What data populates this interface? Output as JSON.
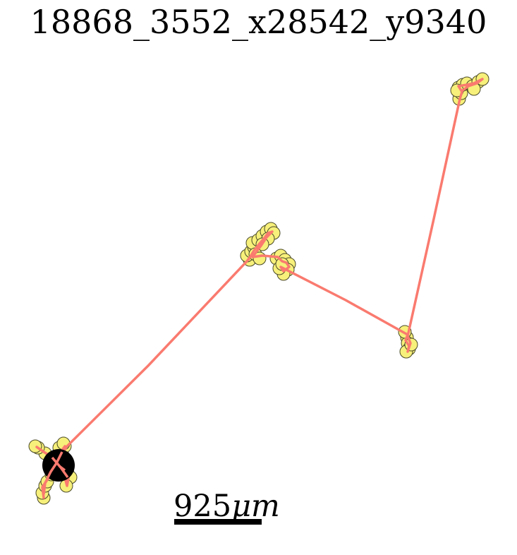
{
  "title": "18868_3552_x28542_y9340",
  "scale_bar": {
    "label_number": "925",
    "label_unit": "μm"
  },
  "colors": {
    "track": "#fa7a6f",
    "point_fill": "#f7f07a",
    "point_stroke": "#4a4a2a",
    "start_marker": "#000000",
    "background": "#ffffff"
  }
}
